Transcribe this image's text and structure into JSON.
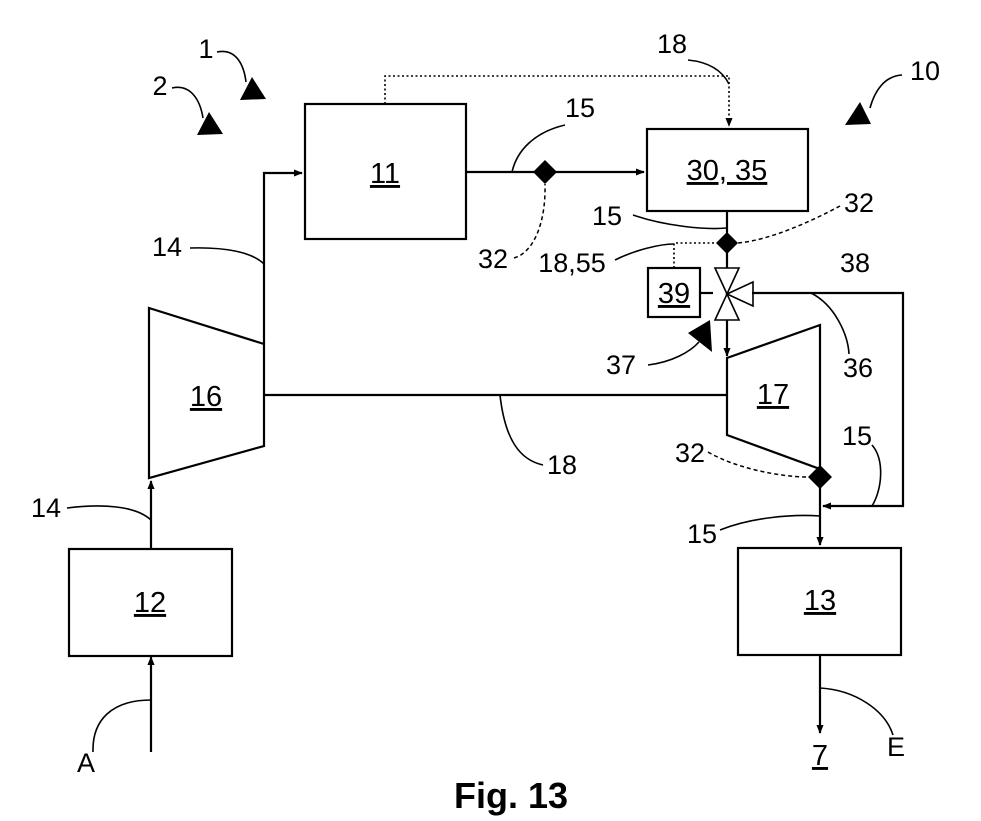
{
  "figure": {
    "caption": "Fig. 13",
    "components": {
      "c11": "11",
      "c30_35": "30, 35",
      "c39": "39",
      "c16": "16",
      "c17": "17",
      "c12": "12",
      "c13": "13",
      "c7": "7"
    },
    "refs": {
      "r1": "1",
      "r2": "2",
      "r10": "10",
      "r18_top": "18",
      "r15_a": "15",
      "r15_b": "15",
      "r32_a": "32",
      "r32_b": "32",
      "r32_c": "32",
      "r18_55": "18,55",
      "r38": "38",
      "r14_a": "14",
      "r14_b": "14",
      "r37": "37",
      "r36": "36",
      "r18_mid": "18",
      "r15_c": "15",
      "r15_d": "15",
      "rA": "A",
      "rE": "E"
    }
  }
}
